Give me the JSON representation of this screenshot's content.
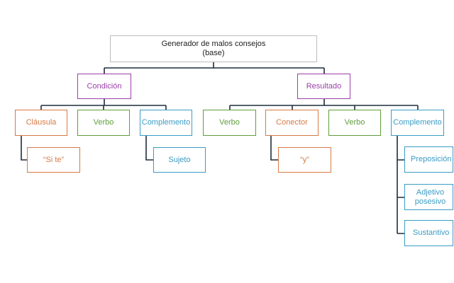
{
  "root": {
    "line1": "Generador de malos consejos",
    "line2": "(base)"
  },
  "branches": {
    "condicion": "Condición",
    "resultado": "Resultado"
  },
  "condicion_children": {
    "clausula": "Cláusula",
    "verbo": "Verbo",
    "complemento": "Complemento"
  },
  "condicion_leaves": {
    "si_te": "“Si te”",
    "sujeto": "Sujeto"
  },
  "resultado_children": {
    "verbo1": "Verbo",
    "conector": "Conector",
    "verbo2": "Verbo",
    "complemento": "Complemento"
  },
  "resultado_leaves": {
    "y": "“y”",
    "preposicion": "Preposición",
    "adjetivo_posesivo": "Adjetivo posesivo",
    "sustantivo": "Sustantivo"
  },
  "colors": {
    "connector": "#1f2d3d",
    "root_border": "#bdbdbd",
    "purple": "#9b3fa8",
    "orange": "#d67a45",
    "green": "#5e9e3c",
    "blue": "#3a9cc4"
  }
}
